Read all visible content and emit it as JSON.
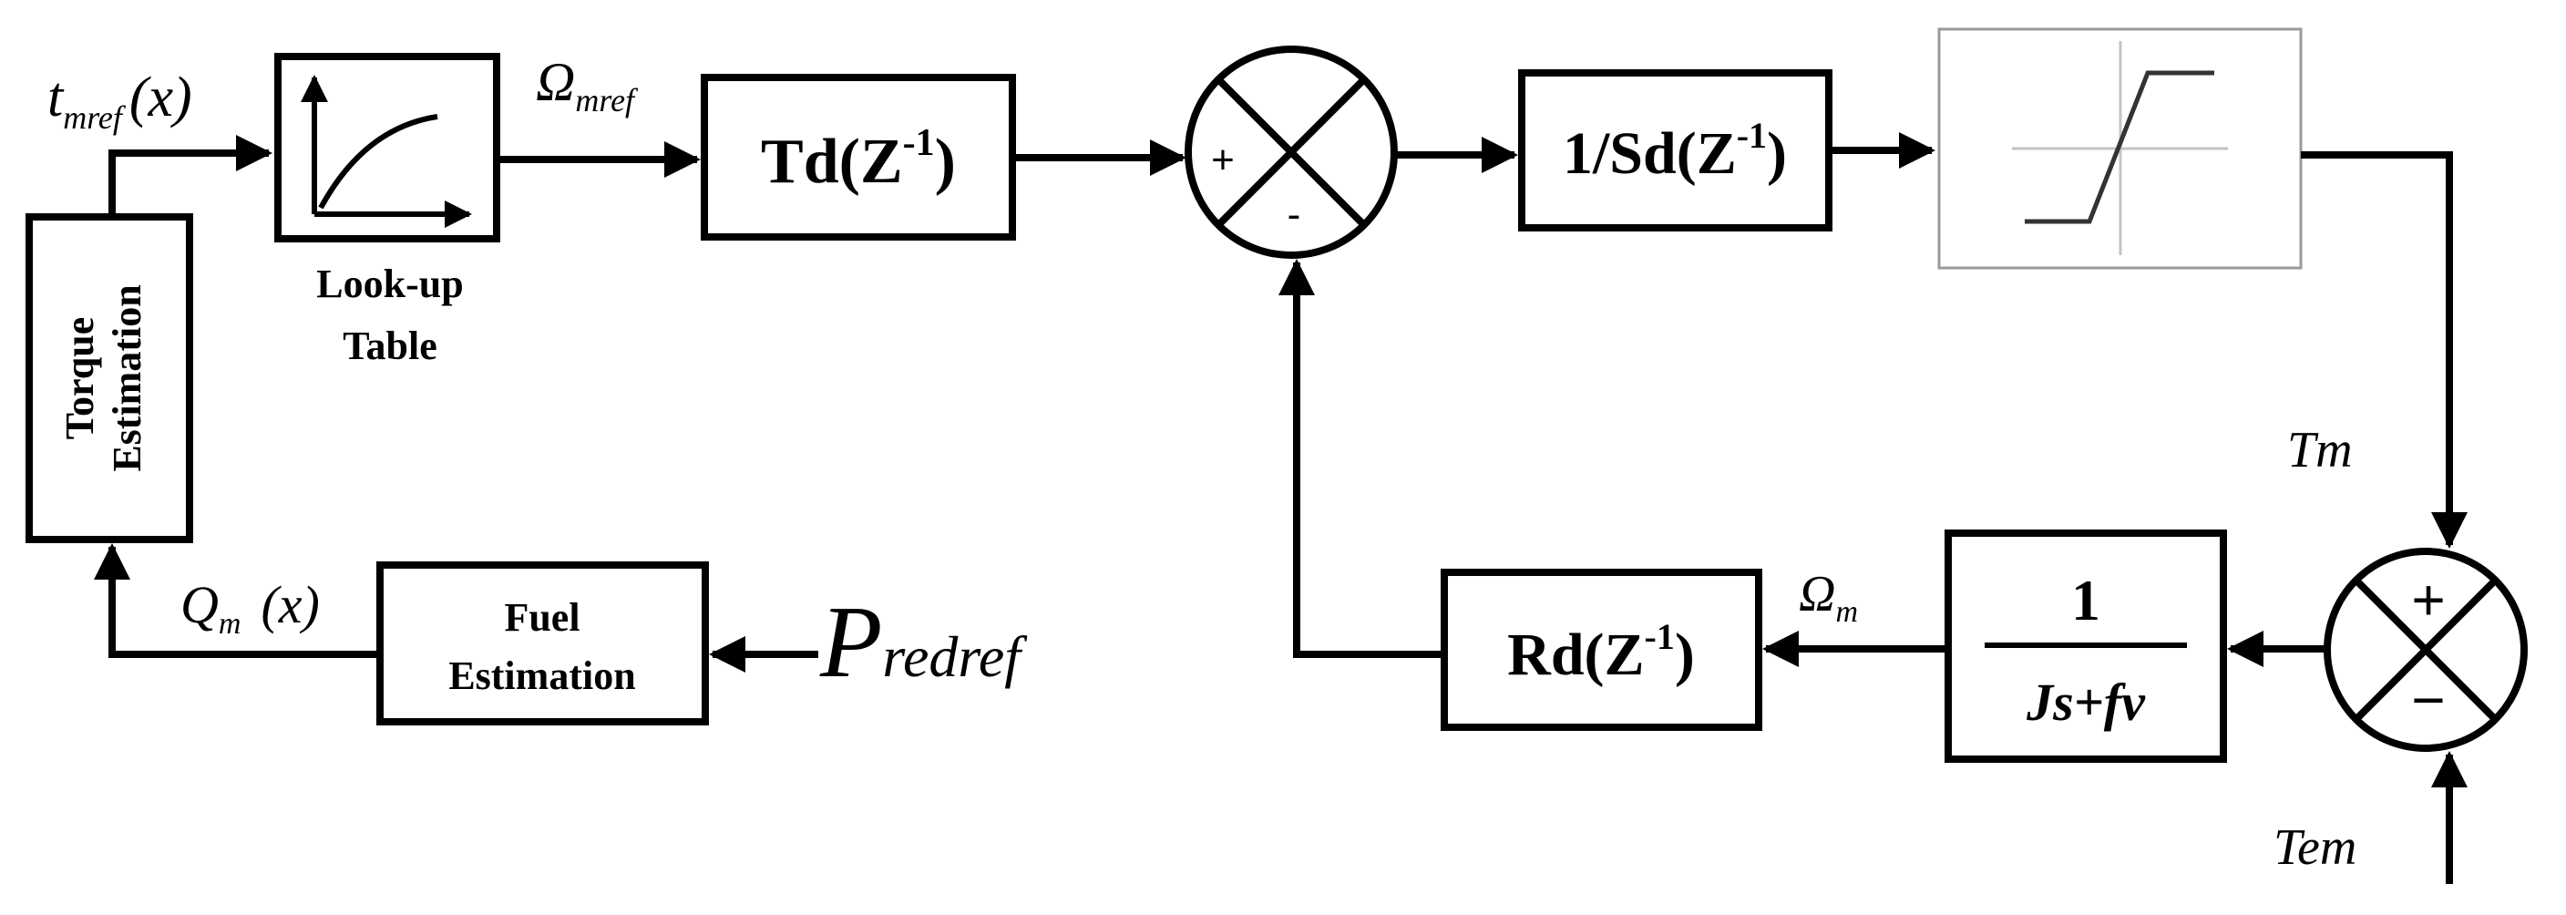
{
  "labels": {
    "t_mref_main": "t",
    "t_mref_sub": "mref",
    "t_mref_arg": "(x)",
    "omega_mref_main": "Ω",
    "omega_mref_sub": "mref",
    "q_m_main": "Q",
    "q_m_sub": "m",
    "q_m_arg": "(x)",
    "p_redref_main": "P",
    "p_redref_sub": "redref",
    "tm": "Tm",
    "tem": "Tem",
    "omega_m_main": "Ω",
    "omega_m_sub": "m"
  },
  "blocks": {
    "torque_estimation_line1": "Torque",
    "torque_estimation_line2": "Estimation",
    "lookup_line1": "Look-up",
    "lookup_line2": "Table",
    "td_base": "Td(Z",
    "td_exp": "-1",
    "td_close": ")",
    "sd_base": "1/Sd(Z",
    "sd_exp": "-1",
    "sd_close": ")",
    "rd_base": "Rd(Z",
    "rd_exp": "-1",
    "rd_close": ")",
    "fuel_line1": "Fuel",
    "fuel_line2": "Estimation",
    "tf_numerator": "1",
    "tf_denominator": "Js+fv"
  },
  "sum_top": {
    "plus": "+",
    "minus": "-"
  },
  "sum_bottom": {
    "plus": "+",
    "minus": "−"
  }
}
